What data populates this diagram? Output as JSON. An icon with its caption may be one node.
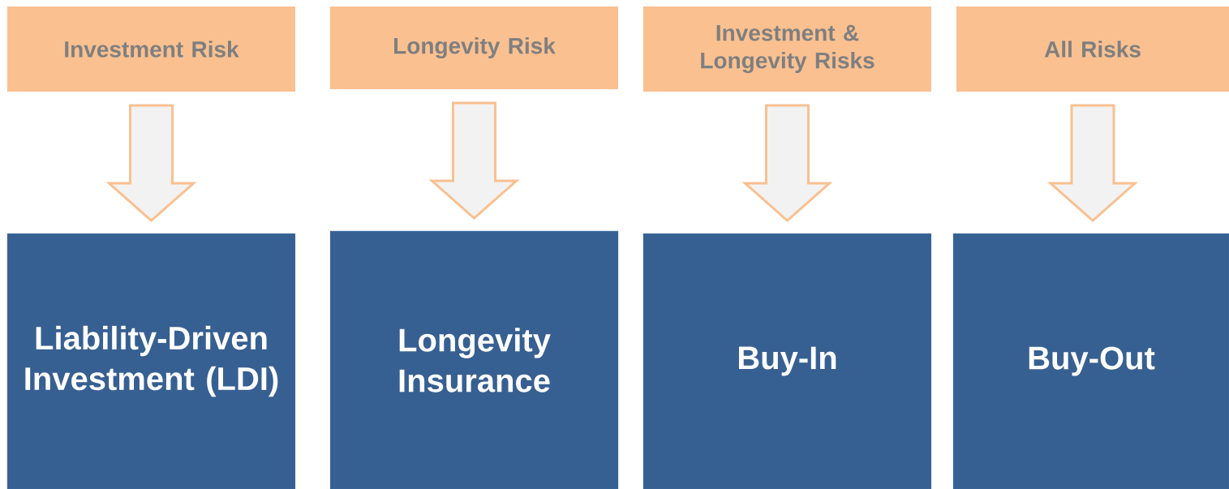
{
  "diagram": {
    "nodes": [
      {
        "text": [
          "Investment Risk"
        ]
      },
      {
        "text": [
          "Longevity Risk"
        ]
      },
      {
        "text": [
          "Investment & Longevity Risks"
        ]
      },
      {
        "text": [
          "All Risks"
        ]
      },
      {
        "text": [
          "Liability-Driven Investment (LDI)"
        ]
      },
      {
        "text": [
          "Longevity Insurance"
        ]
      },
      {
        "text": [
          "Buy-In"
        ]
      },
      {
        "text": [
          "Buy-Out"
        ]
      }
    ],
    "edges": [
      {
        "from": 0,
        "to": 4,
        "arrow": "to"
      },
      {
        "from": 1,
        "to": 5,
        "arrow": "to"
      },
      {
        "from": 2,
        "to": 6,
        "arrow": "to"
      },
      {
        "from": 3,
        "to": 7,
        "arrow": "to"
      }
    ]
  }
}
